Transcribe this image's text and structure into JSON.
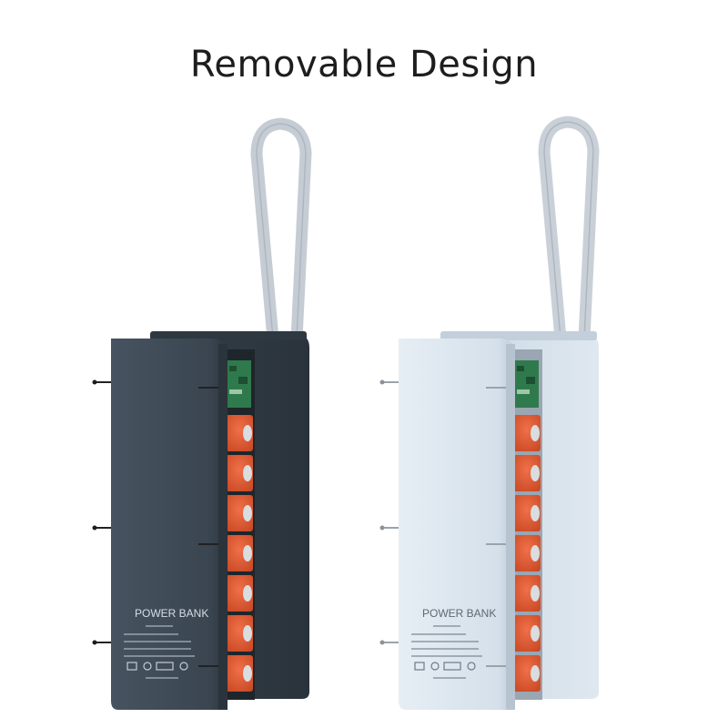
{
  "title": "Removable Design",
  "products": [
    {
      "variant": "dark",
      "body_color": "#3b464f",
      "cover_color": "#3d4852",
      "label_title": "POWER BANK"
    },
    {
      "variant": "light",
      "body_color": "#d7e2ec",
      "cover_color": "#dbe6f0",
      "label_title": "POWER BANK"
    }
  ],
  "colors": {
    "battery_orange": "#e8603a",
    "battery_cap": "#d9dde0",
    "pcb_green": "#2f7a4c",
    "lanyard": "#c6cdd5"
  }
}
